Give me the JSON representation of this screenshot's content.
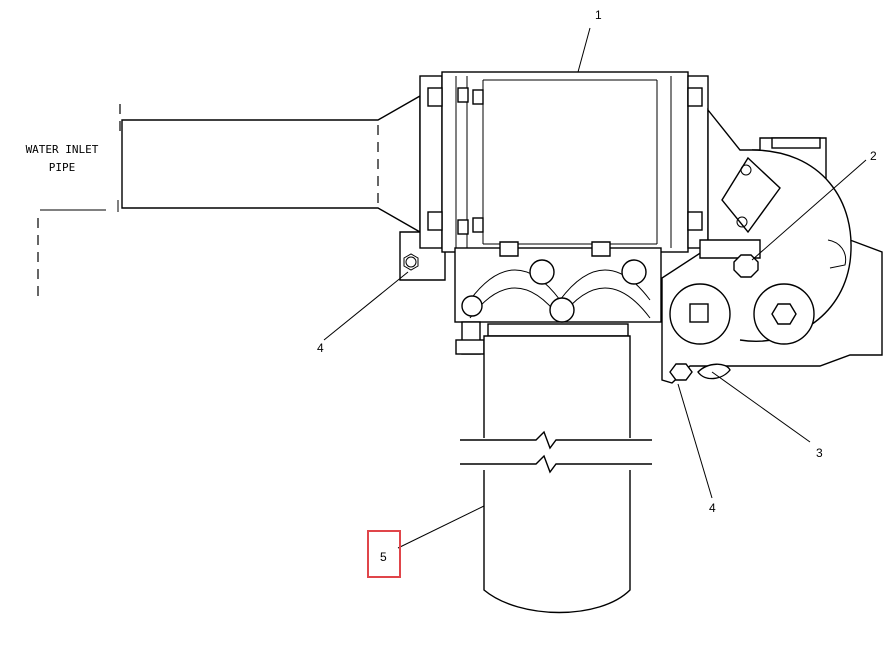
{
  "diagram": {
    "inlet_label_line1": "WATER INLET",
    "inlet_label_line2": "PIPE",
    "callouts": {
      "c1": "1",
      "c2": "2",
      "c3": "3",
      "c4_left": "4",
      "c4_right": "4",
      "c5": "5"
    },
    "highlight_color": "#e0454a"
  }
}
